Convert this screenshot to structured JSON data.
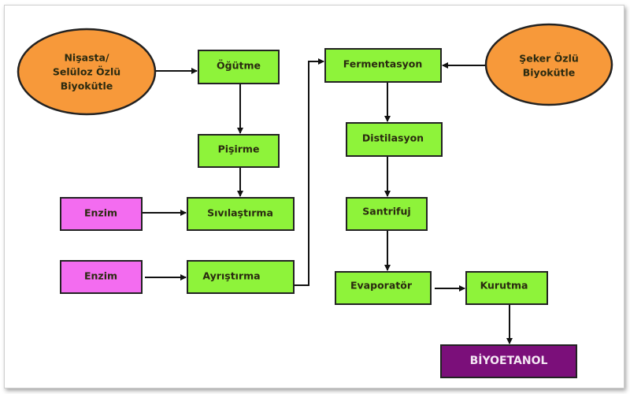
{
  "colors": {
    "process": "#8ef33a",
    "source": "#f7993a",
    "enzyme": "#f36cf0",
    "product": "#7b0f7a"
  },
  "sources": {
    "starch": {
      "lines": [
        "Nişasta/",
        "Selüloz Özlü",
        "Biyokütle"
      ]
    },
    "sugar": {
      "lines": [
        "Şeker Özlü",
        "Biyokütle"
      ]
    }
  },
  "steps": {
    "grinding": "Öğütme",
    "cooking": "Pişirme",
    "liquefaction": "Sıvılaştırma",
    "saccharification": "Ayrıştırma",
    "fermentation": "Fermentasyon",
    "distillation": "Distilasyon",
    "centrifuge": "Santrifuj",
    "evaporator": "Evaporatör",
    "drying": "Kurutma"
  },
  "enzymes": [
    "Enzim",
    "Enzim"
  ],
  "product": "BİYOETANOL"
}
